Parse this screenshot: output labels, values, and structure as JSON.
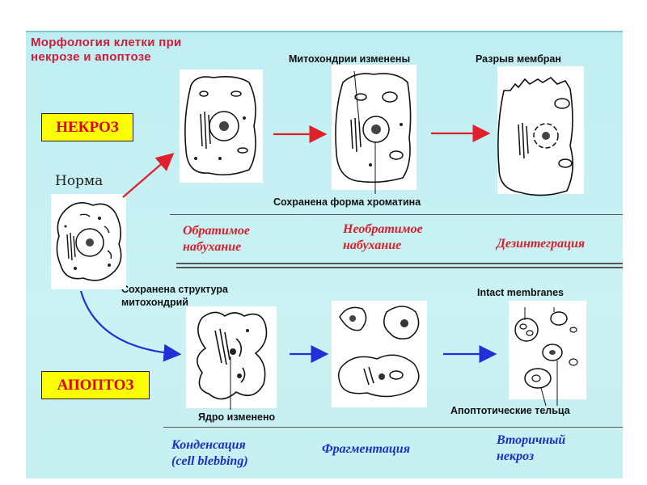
{
  "title": [
    "Морфология клетки при",
    "некрозе и апоптозе"
  ],
  "labels": {
    "necrosis": "НЕКРОЗ",
    "apoptosis": "АПОПТОЗ",
    "norm": "Норма"
  },
  "captions": {
    "mito_changed": "Митохондрии изменены",
    "membrane_rupture": "Разрыв мембран",
    "chromatin_preserved": "Сохранена форма хроматина",
    "mito_structure_preserved": [
      "Сохранена структура",
      "митохондрий"
    ],
    "intact_membranes": "Intact membranes",
    "nucleus_changed": "Ядро изменено",
    "apoptotic_bodies": "Апоптотические тельца"
  },
  "stages": {
    "necrosis": [
      [
        "Обратимое",
        "набухание"
      ],
      [
        "Необратимое",
        "набухание"
      ],
      [
        "Дезинтеграция"
      ]
    ],
    "apoptosis": [
      [
        "Конденсация",
        "(cell blebbing)"
      ],
      [
        "Фрагментация"
      ],
      [
        "Вторичный",
        "некроз"
      ]
    ]
  },
  "colors": {
    "title": "#cc1e3a",
    "label_box": "#ffff00",
    "necrosis_text": "#d6202a",
    "apoptosis_text": "#1830c8",
    "necrosis_arrow": "#e0202a",
    "apoptosis_arrow": "#2030d8",
    "background": "#c4eff2"
  },
  "icons": [
    "right-arrow-icon"
  ]
}
